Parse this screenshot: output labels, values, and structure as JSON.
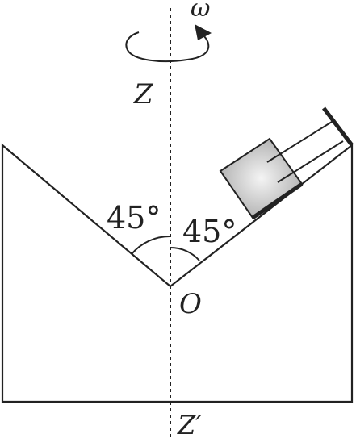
{
  "diagram": {
    "labels": {
      "omega": "ω",
      "axis_top": "Z",
      "axis_bottom": "Z′",
      "origin": "O",
      "angle_left": "45°",
      "angle_right": "45°"
    },
    "colors": {
      "stroke": "#222222",
      "block_light": "#f4f4f4",
      "block_dark": "#9c9c9c"
    }
  }
}
